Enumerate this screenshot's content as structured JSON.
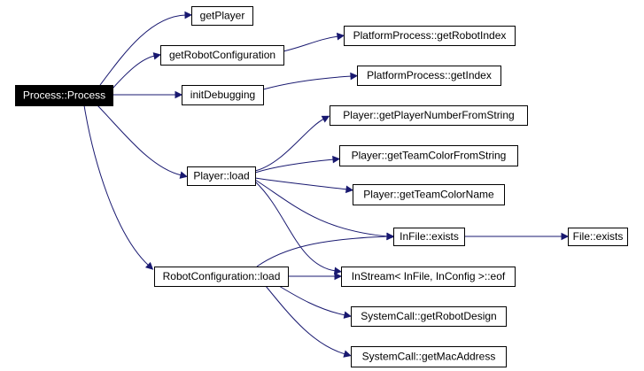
{
  "colors": {
    "edge": "#191970",
    "root_fill": "#000000",
    "root_text": "#ffffff",
    "node_fill": "#ffffff",
    "node_border": "#000000"
  },
  "nodes": [
    {
      "id": "process",
      "label": "Process::Process",
      "root": true
    },
    {
      "id": "getPlayer",
      "label": "getPlayer"
    },
    {
      "id": "getRobotConfiguration",
      "label": "getRobotConfiguration"
    },
    {
      "id": "initDebugging",
      "label": "initDebugging"
    },
    {
      "id": "playerLoad",
      "label": "Player::load"
    },
    {
      "id": "robotConfigLoad",
      "label": "RobotConfiguration::load"
    },
    {
      "id": "getRobotIndex",
      "label": "PlatformProcess::getRobotIndex"
    },
    {
      "id": "getIndex",
      "label": "PlatformProcess::getIndex"
    },
    {
      "id": "getPlayerNumberFromString",
      "label": "Player::getPlayerNumberFromString"
    },
    {
      "id": "getTeamColorFromString",
      "label": "Player::getTeamColorFromString"
    },
    {
      "id": "getTeamColorName",
      "label": "Player::getTeamColorName"
    },
    {
      "id": "inFileExists",
      "label": "InFile::exists"
    },
    {
      "id": "inStreamEof",
      "label": "InStream< InFile, InConfig >::eof"
    },
    {
      "id": "getRobotDesign",
      "label": "SystemCall::getRobotDesign"
    },
    {
      "id": "getMacAddress",
      "label": "SystemCall::getMacAddress"
    },
    {
      "id": "fileExists",
      "label": "File::exists"
    }
  ],
  "edges": [
    {
      "from": "process",
      "to": "getPlayer"
    },
    {
      "from": "process",
      "to": "getRobotConfiguration"
    },
    {
      "from": "process",
      "to": "initDebugging"
    },
    {
      "from": "process",
      "to": "playerLoad"
    },
    {
      "from": "process",
      "to": "robotConfigLoad"
    },
    {
      "from": "getRobotConfiguration",
      "to": "getRobotIndex"
    },
    {
      "from": "initDebugging",
      "to": "getIndex"
    },
    {
      "from": "playerLoad",
      "to": "getPlayerNumberFromString"
    },
    {
      "from": "playerLoad",
      "to": "getTeamColorFromString"
    },
    {
      "from": "playerLoad",
      "to": "getTeamColorName"
    },
    {
      "from": "playerLoad",
      "to": "inFileExists"
    },
    {
      "from": "playerLoad",
      "to": "inStreamEof"
    },
    {
      "from": "robotConfigLoad",
      "to": "inFileExists"
    },
    {
      "from": "robotConfigLoad",
      "to": "inStreamEof"
    },
    {
      "from": "robotConfigLoad",
      "to": "getRobotDesign"
    },
    {
      "from": "robotConfigLoad",
      "to": "getMacAddress"
    },
    {
      "from": "inFileExists",
      "to": "fileExists"
    }
  ]
}
